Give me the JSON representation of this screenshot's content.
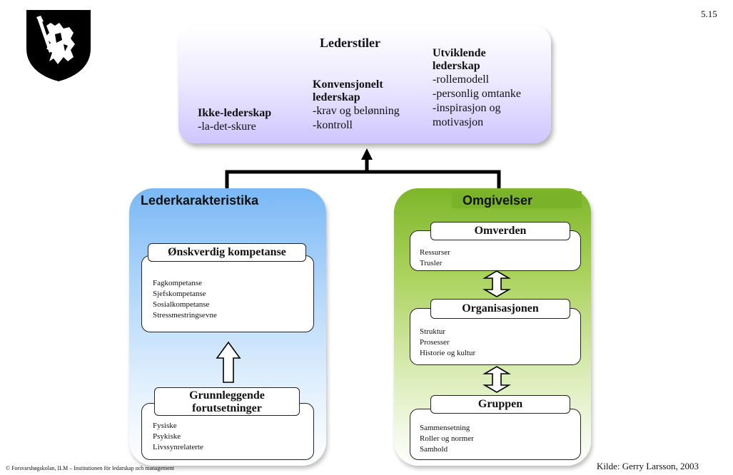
{
  "slide_number": "5.15",
  "colors": {
    "lederstiler_bg": "#d9d2ff",
    "left_panel": "#7ab8f5",
    "right_panel": "#7db629",
    "coat_of_arms": "#000000"
  },
  "lederstiler": {
    "title": "Lederstiler",
    "styles": [
      {
        "name": "Ikke-lederskap",
        "items": [
          "-la-det-skure"
        ]
      },
      {
        "name": "Konvensjonelt lederskap",
        "items": [
          "-krav og belønning",
          "-kontroll"
        ]
      },
      {
        "name": "Utviklende lederskap",
        "items": [
          "-rollemodell",
          "-personlig omtanke",
          "-inspirasjon og motivasjon"
        ]
      }
    ]
  },
  "left_panel": {
    "title": "Lederkarakteristika",
    "top_box": {
      "label": "Ønskverdig kompetanse",
      "items": [
        "Fagkompetanse",
        "Sjefskompetanse",
        "Sosialkompetanse",
        "Stressmestringsevne"
      ]
    },
    "bottom_box": {
      "label": "Grunnleggende forutsetninger",
      "items": [
        "Fysiske",
        "Psykiske",
        "Livssynrelaterte"
      ]
    }
  },
  "right_panel": {
    "title": "Omgivelser",
    "boxes": [
      {
        "label": "Omverden",
        "items": [
          "Ressurser",
          "Trusler"
        ]
      },
      {
        "label": "Organisasjonen",
        "items": [
          "Struktur",
          "Prosesser",
          "Historie og kultur"
        ]
      },
      {
        "label": "Gruppen",
        "items": [
          "Sammensetning",
          "Roller og normer",
          "Samhold"
        ]
      }
    ]
  },
  "footer": {
    "left": "© Forsvarshøgskolan, ILM – Institutionen för ledarskap och management",
    "right": "Kilde: Gerry Larsson, 2003"
  },
  "icons": {
    "logo": "norwegian-coat-of-arms-icon"
  }
}
